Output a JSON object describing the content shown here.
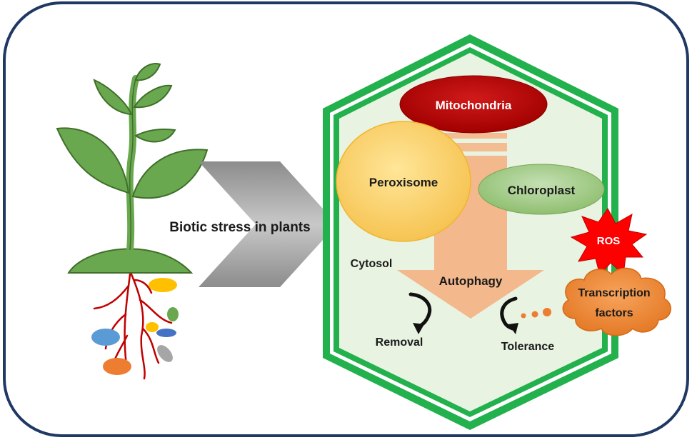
{
  "labels": {
    "biotic_stress": "Biotic stress in plants",
    "mitochondria": "Mitochondria",
    "peroxisome": "Peroxisome",
    "chloroplast": "Chloroplast",
    "ros": "ROS",
    "cytosol": "Cytosol",
    "autophagy": "Autophagy",
    "transcription_line1": "Transcription",
    "transcription_line2": "factors",
    "removal": "Removal",
    "tolerance": "Tolerance"
  },
  "colors": {
    "frame_border": "#1f3864",
    "plant_green": "#6aa84f",
    "plant_dark": "#3f6f2a",
    "root_red": "#c00000",
    "chevron_gray": "#a6a6a6",
    "cell_wall_green": "#22b14c",
    "cell_fill": "#e8f3e1",
    "mitochondria": "#c00000",
    "peroxisome": "#ffd966",
    "chloroplast": "#a9d18e",
    "autophagy_arrow": "#f4b183",
    "ros_star": "#ff0000",
    "transcription_cloud": "#f08a3c"
  }
}
